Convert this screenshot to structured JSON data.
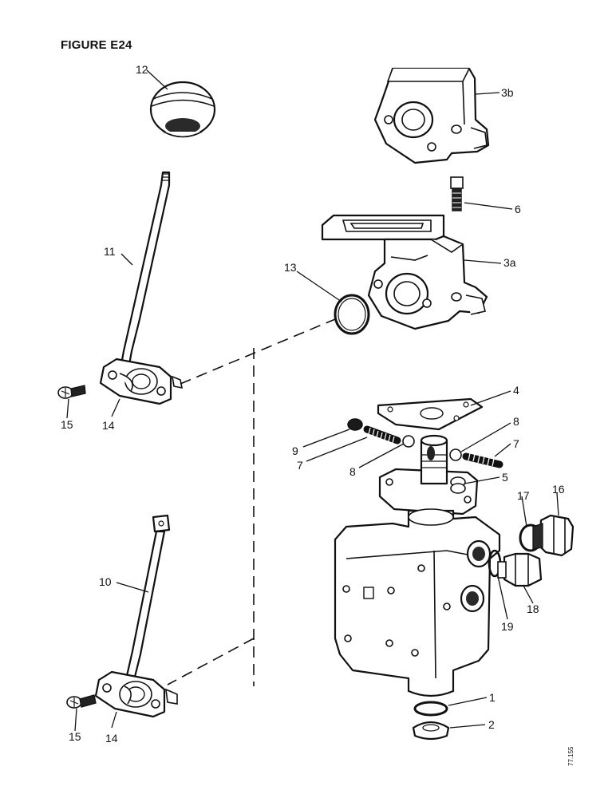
{
  "figure": {
    "title": "FIGURE E24",
    "drawing_code": "77.155"
  },
  "callouts": {
    "c1": "1",
    "c2": "2",
    "c3a": "3a",
    "c3b": "3b",
    "c4": "4",
    "c5": "5",
    "c6": "6",
    "c7a": "7",
    "c7b": "7",
    "c8a": "8",
    "c8b": "8",
    "c9": "9",
    "c10": "10",
    "c11": "11",
    "c12": "12",
    "c13": "13",
    "c14a": "14",
    "c14b": "14",
    "c15a": "15",
    "c15b": "15",
    "c16": "16",
    "c17": "17",
    "c18": "18",
    "c19": "19"
  }
}
